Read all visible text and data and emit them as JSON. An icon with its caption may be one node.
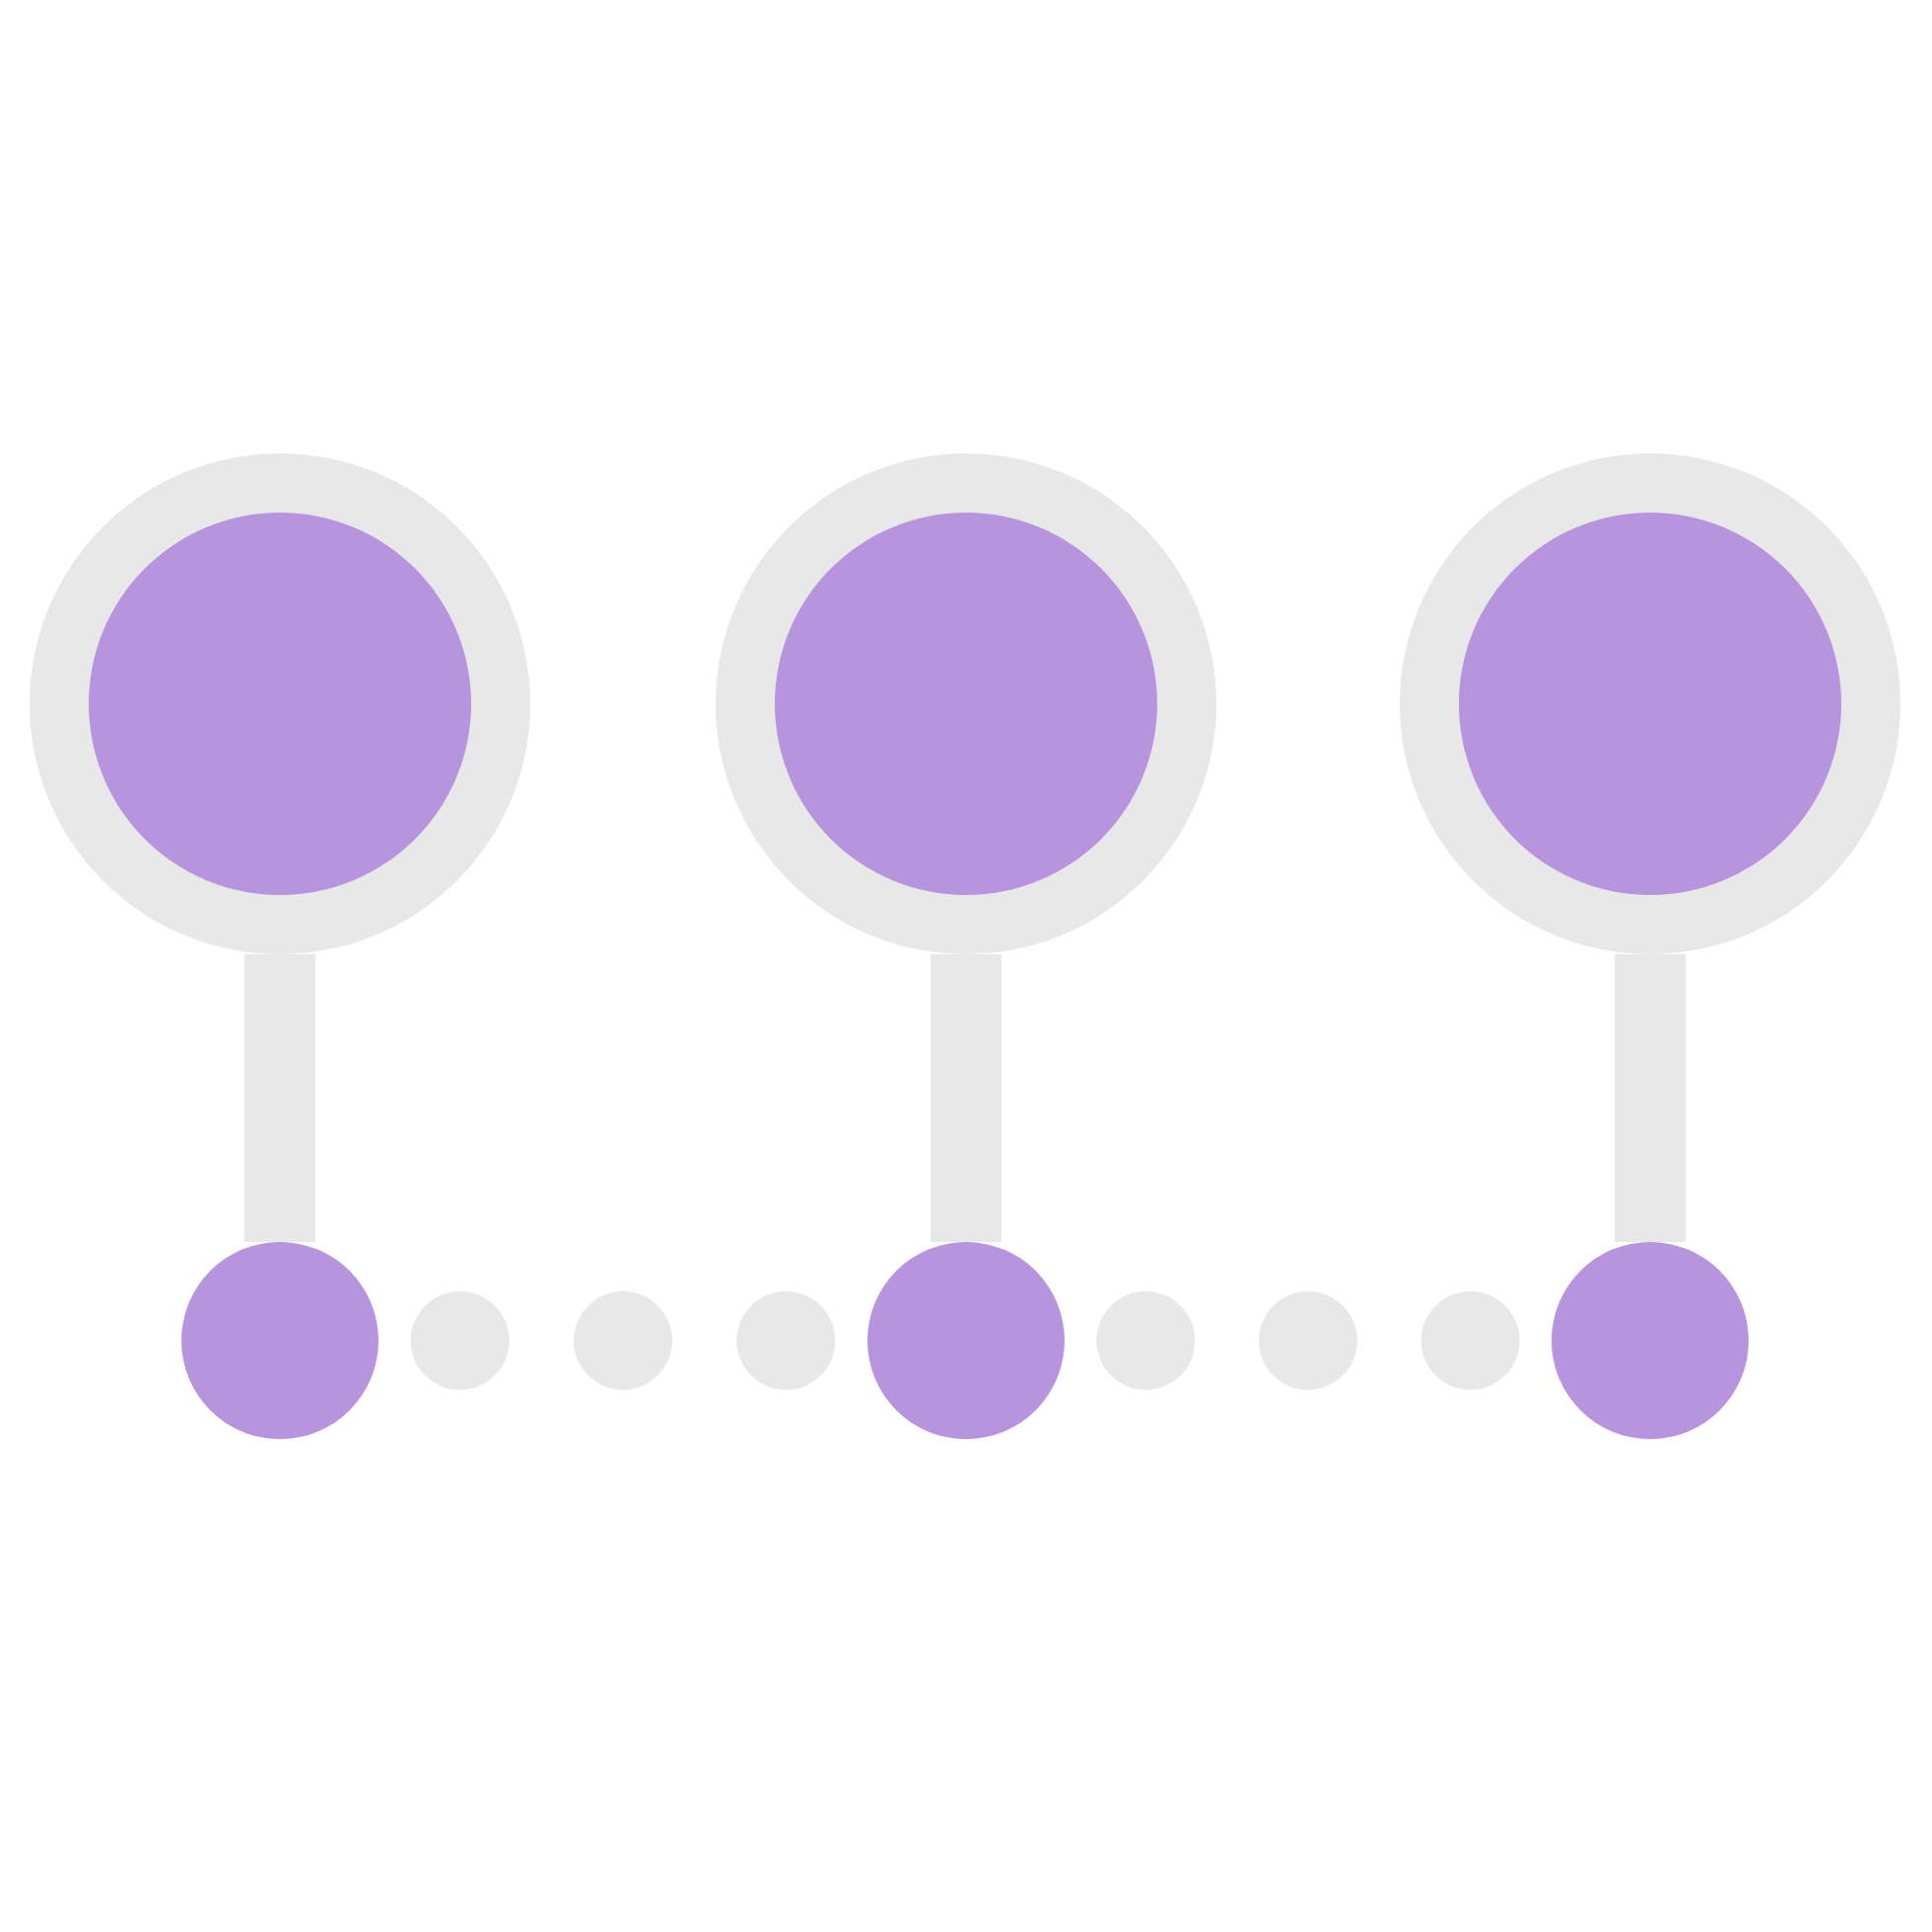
{
  "diagram": {
    "nodes": [
      {
        "text": [],
        "shape": "circle"
      },
      {
        "text": [],
        "shape": "circle"
      },
      {
        "text": [],
        "shape": "circle"
      },
      {
        "text": [],
        "shape": "circle"
      },
      {
        "text": [],
        "shape": "circle"
      },
      {
        "text": [],
        "shape": "circle"
      }
    ],
    "edges": [
      {
        "from": 0,
        "to": 3,
        "arrow": "none"
      },
      {
        "from": 1,
        "to": 4,
        "arrow": "none"
      },
      {
        "from": 2,
        "to": 5,
        "arrow": "none"
      },
      {
        "from": 3,
        "to": 4,
        "arrow": "none",
        "style": "dashed"
      },
      {
        "from": 4,
        "to": 5,
        "arrow": "none",
        "style": "dashed"
      }
    ]
  }
}
